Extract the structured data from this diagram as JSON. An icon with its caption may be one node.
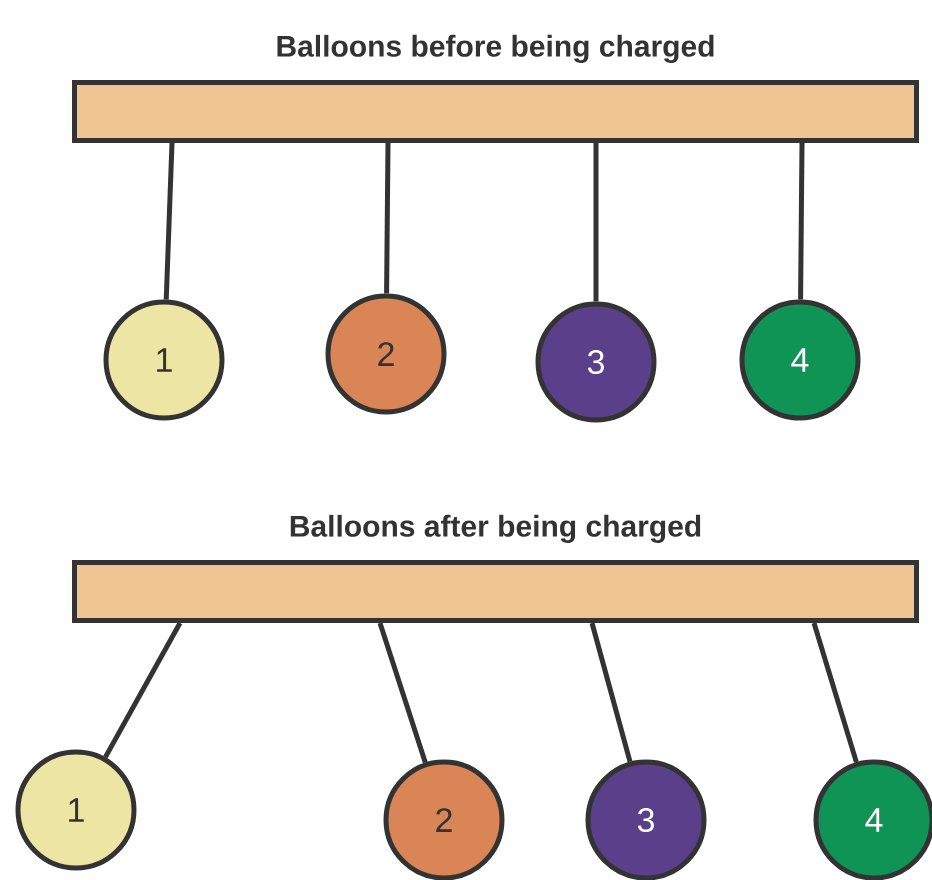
{
  "diagram": {
    "nodes": [
      {
        "text": [
          "Balloons before being charged"
        ]
      },
      {
        "text": [
          "1"
        ]
      },
      {
        "text": [
          "2"
        ]
      },
      {
        "text": [
          "3"
        ]
      },
      {
        "text": [
          "4"
        ]
      },
      {
        "text": [
          "Balloons after being charged"
        ]
      },
      {
        "text": [
          "1"
        ]
      },
      {
        "text": [
          "2"
        ]
      },
      {
        "text": [
          "3"
        ]
      },
      {
        "text": [
          "4"
        ]
      }
    ],
    "edges": [
      {
        "from": 0,
        "to": 1,
        "arrow": "none"
      },
      {
        "from": 0,
        "to": 2,
        "arrow": "none"
      },
      {
        "from": 0,
        "to": 3,
        "arrow": "none"
      },
      {
        "from": 0,
        "to": 4,
        "arrow": "none"
      },
      {
        "from": 5,
        "to": 6,
        "arrow": "none"
      },
      {
        "from": 5,
        "to": 7,
        "arrow": "none"
      },
      {
        "from": 5,
        "to": 8,
        "arrow": "none"
      },
      {
        "from": 5,
        "to": 9,
        "arrow": "none"
      }
    ]
  }
}
